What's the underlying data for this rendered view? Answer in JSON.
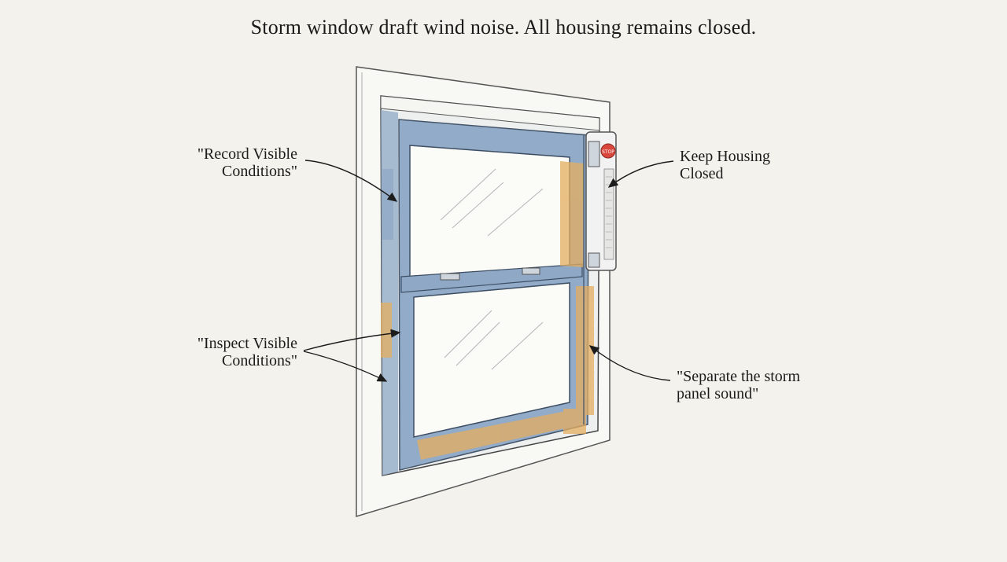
{
  "title": "Storm window draft wind noise. All housing remains closed.",
  "callouts": {
    "record_visible": {
      "line1": "\"Record Visible",
      "line2": "Conditions\""
    },
    "inspect_visible": {
      "line1": "\"Inspect Visible",
      "line2": "Conditions\""
    },
    "keep_housing": {
      "line1": "Keep Housing",
      "line2": "Closed"
    },
    "separate_storm": {
      "line1": "\"Separate the storm",
      "line2": "panel sound\""
    }
  },
  "stop_sign": {
    "text": "STOP",
    "color": "#d9473c"
  },
  "colors": {
    "background": "#f3f2ec",
    "blue_highlight": "#8ea8c6",
    "orange_highlight": "#e4ad5f",
    "frame_white": "#f8f8f4",
    "outline": "#4a4a4a"
  }
}
